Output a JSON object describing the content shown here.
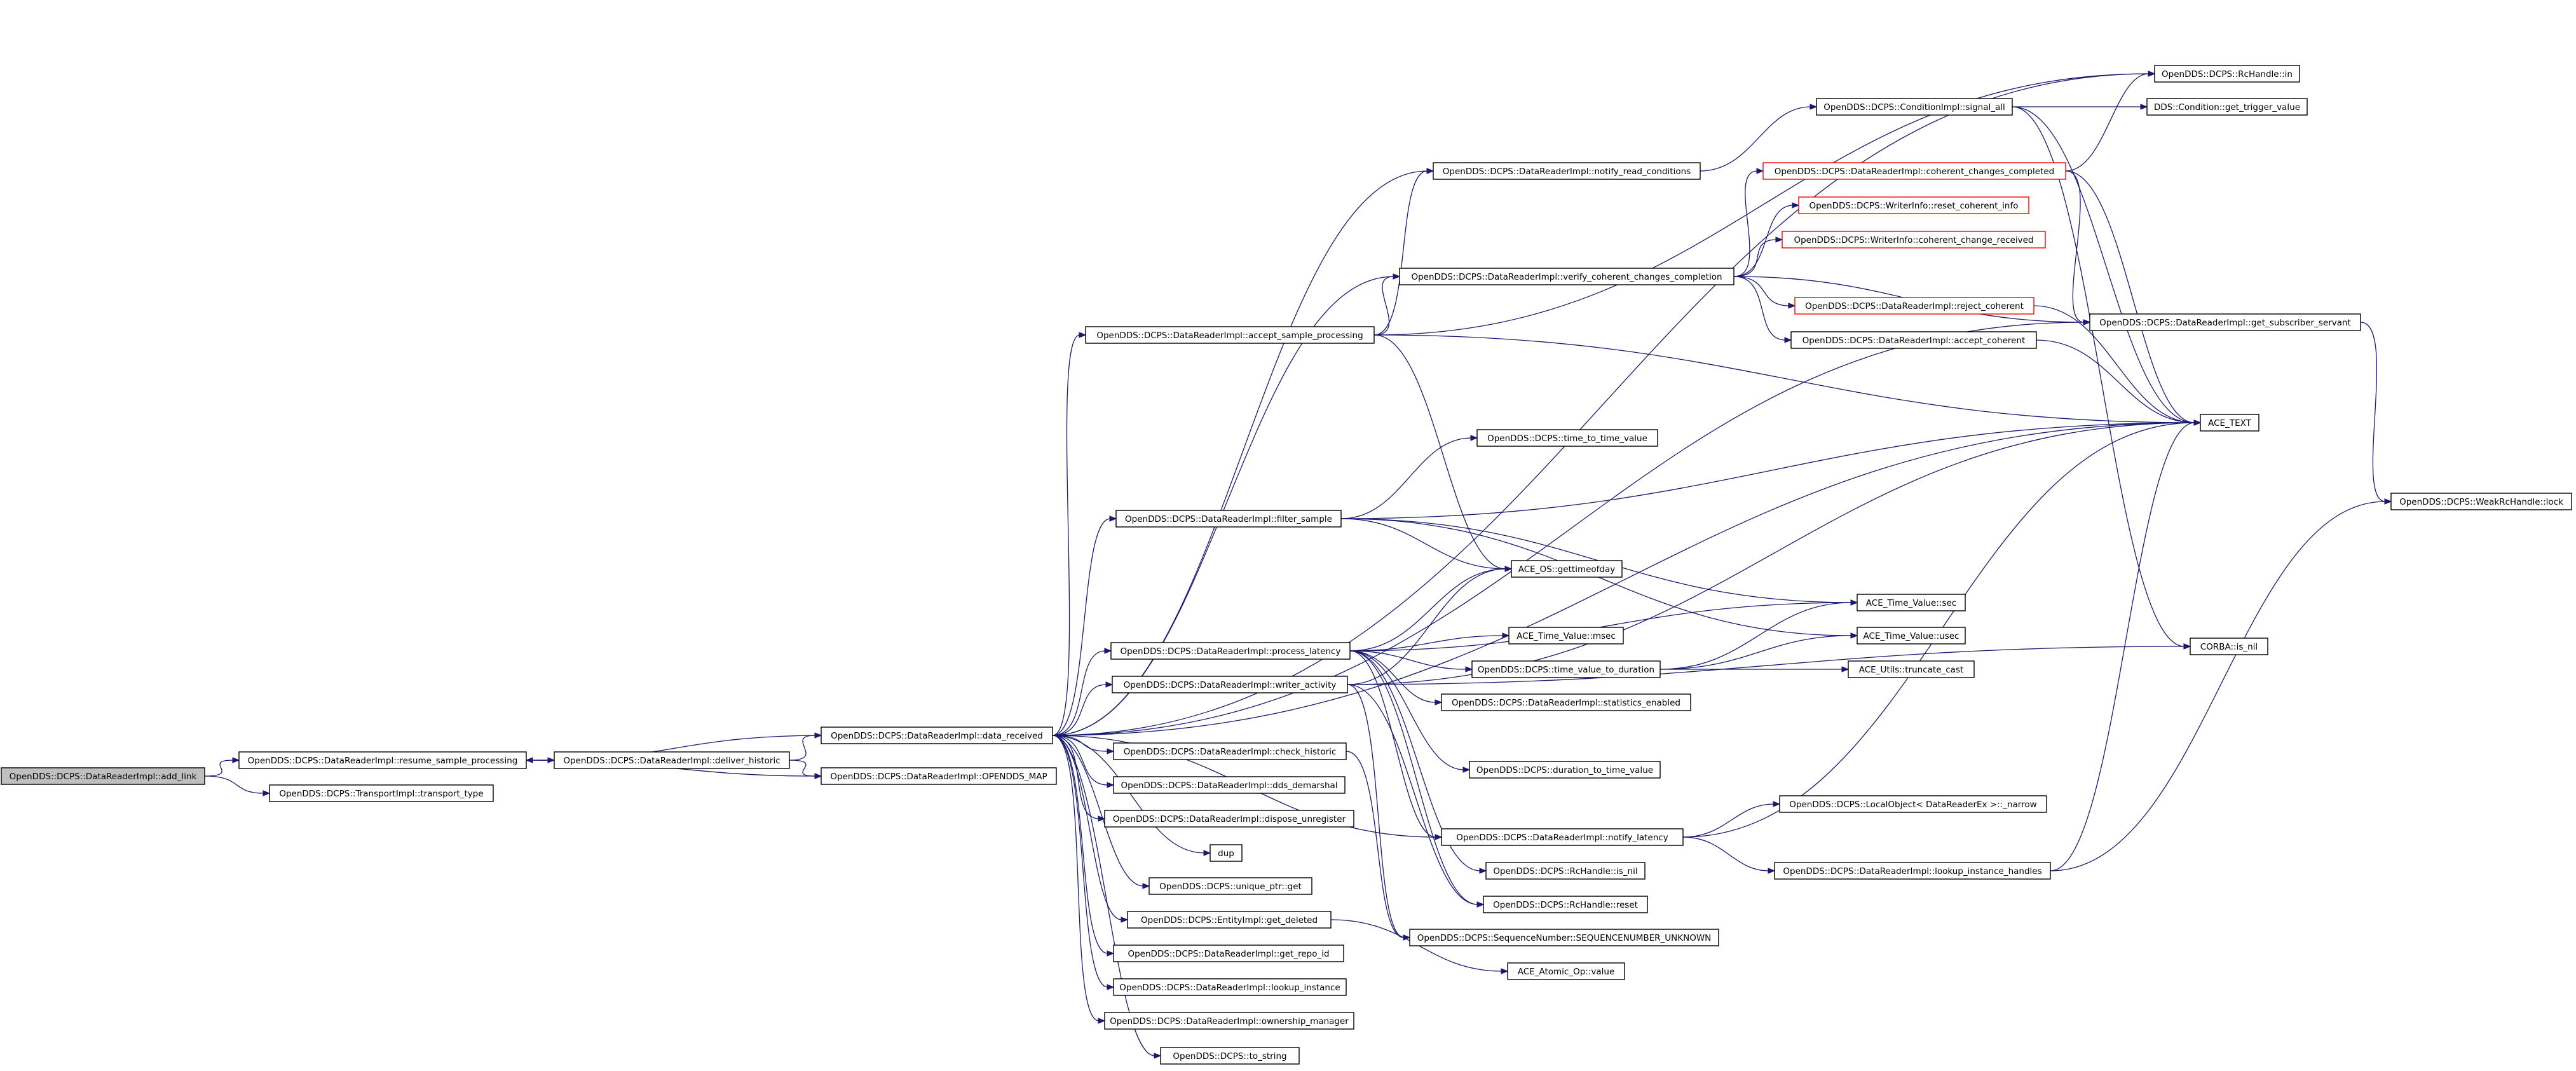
{
  "graph": {
    "edge_color": "#191970",
    "node_border": "#000000",
    "root_fill": "#bfbfbf",
    "truncated_border": "#ff0000",
    "nodes": [
      {
        "id": "add_link",
        "label": "OpenDDS::DCPS::DataReaderImpl::add_link",
        "root": true
      },
      {
        "id": "resume",
        "label": "OpenDDS::DCPS::DataReaderImpl::resume_sample_processing"
      },
      {
        "id": "transport_type",
        "label": "OpenDDS::DCPS::TransportImpl::transport_type"
      },
      {
        "id": "deliver_historic",
        "label": "OpenDDS::DCPS::DataReaderImpl::deliver_historic"
      },
      {
        "id": "data_received",
        "label": "OpenDDS::DCPS::DataReaderImpl::data_received"
      },
      {
        "id": "opendds_map",
        "label": "OpenDDS::DCPS::DataReaderImpl::OPENDDS_MAP"
      },
      {
        "id": "accept_sample",
        "label": "OpenDDS::DCPS::DataReaderImpl::accept_sample_processing"
      },
      {
        "id": "filter_sample",
        "label": "OpenDDS::DCPS::DataReaderImpl::filter_sample"
      },
      {
        "id": "process_latency",
        "label": "OpenDDS::DCPS::DataReaderImpl::process_latency"
      },
      {
        "id": "writer_activity",
        "label": "OpenDDS::DCPS::DataReaderImpl::writer_activity"
      },
      {
        "id": "check_historic",
        "label": "OpenDDS::DCPS::DataReaderImpl::check_historic"
      },
      {
        "id": "dds_demarshal",
        "label": "OpenDDS::DCPS::DataReaderImpl::dds_demarshal"
      },
      {
        "id": "dispose_unregister",
        "label": "OpenDDS::DCPS::DataReaderImpl::dispose_unregister"
      },
      {
        "id": "dup",
        "label": "dup"
      },
      {
        "id": "unique_ptr_get",
        "label": "OpenDDS::DCPS::unique_ptr::get"
      },
      {
        "id": "get_deleted",
        "label": "OpenDDS::DCPS::EntityImpl::get_deleted"
      },
      {
        "id": "get_repo_id",
        "label": "OpenDDS::DCPS::DataReaderImpl::get_repo_id"
      },
      {
        "id": "lookup_instance",
        "label": "OpenDDS::DCPS::DataReaderImpl::lookup_instance"
      },
      {
        "id": "ownership_manager",
        "label": "OpenDDS::DCPS::DataReaderImpl::ownership_manager"
      },
      {
        "id": "to_string",
        "label": "OpenDDS::DCPS::to_string"
      },
      {
        "id": "notify_read",
        "label": "OpenDDS::DCPS::DataReaderImpl::notify_read_conditions"
      },
      {
        "id": "verify_coherent",
        "label": "OpenDDS::DCPS::DataReaderImpl::verify_coherent_changes_completion"
      },
      {
        "id": "time_to_time_value",
        "label": "OpenDDS::DCPS::time_to_time_value"
      },
      {
        "id": "gettimeofday",
        "label": "ACE_OS::gettimeofday"
      },
      {
        "id": "msec",
        "label": "ACE_Time_Value::msec"
      },
      {
        "id": "time_value_to_duration",
        "label": "OpenDDS::DCPS::time_value_to_duration"
      },
      {
        "id": "statistics_enabled",
        "label": "OpenDDS::DCPS::DataReaderImpl::statistics_enabled"
      },
      {
        "id": "duration_to_time_value",
        "label": "OpenDDS::DCPS::duration_to_time_value"
      },
      {
        "id": "notify_latency",
        "label": "OpenDDS::DCPS::DataReaderImpl::notify_latency"
      },
      {
        "id": "rchandle_is_nil",
        "label": "OpenDDS::DCPS::RcHandle::is_nil"
      },
      {
        "id": "rchandle_reset",
        "label": "OpenDDS::DCPS::RcHandle::reset"
      },
      {
        "id": "seq_unknown",
        "label": "OpenDDS::DCPS::SequenceNumber::SEQUENCENUMBER_UNKNOWN"
      },
      {
        "id": "atomic_value",
        "label": "ACE_Atomic_Op::value"
      },
      {
        "id": "signal_all",
        "label": "OpenDDS::DCPS::ConditionImpl::signal_all"
      },
      {
        "id": "coherent_completed",
        "label": "OpenDDS::DCPS::DataReaderImpl::coherent_changes_completed",
        "truncated": true
      },
      {
        "id": "reset_coherent_info",
        "label": "OpenDDS::DCPS::WriterInfo::reset_coherent_info",
        "truncated": true
      },
      {
        "id": "coherent_change_received",
        "label": "OpenDDS::DCPS::WriterInfo::coherent_change_received",
        "truncated": true
      },
      {
        "id": "reject_coherent",
        "label": "OpenDDS::DCPS::DataReaderImpl::reject_coherent",
        "truncated": true
      },
      {
        "id": "accept_coherent",
        "label": "OpenDDS::DCPS::DataReaderImpl::accept_coherent"
      },
      {
        "id": "tv_sec",
        "label": "ACE_Time_Value::sec"
      },
      {
        "id": "tv_usec",
        "label": "ACE_Time_Value::usec"
      },
      {
        "id": "truncate_cast",
        "label": "ACE_Utils::truncate_cast"
      },
      {
        "id": "narrow",
        "label": "OpenDDS::DCPS::LocalObject< DataReaderEx >::_narrow"
      },
      {
        "id": "lookup_handles",
        "label": "OpenDDS::DCPS::DataReaderImpl::lookup_instance_handles"
      },
      {
        "id": "rchandle_in",
        "label": "OpenDDS::DCPS::RcHandle::in"
      },
      {
        "id": "get_trigger_value",
        "label": "DDS::Condition::get_trigger_value"
      },
      {
        "id": "get_subscriber_servant",
        "label": "OpenDDS::DCPS::DataReaderImpl::get_subscriber_servant"
      },
      {
        "id": "ace_text",
        "label": "ACE_TEXT"
      },
      {
        "id": "corba_is_nil",
        "label": "CORBA::is_nil"
      },
      {
        "id": "weak_lock",
        "label": "OpenDDS::DCPS::WeakRcHandle::lock"
      }
    ],
    "edges": [
      [
        "add_link",
        "resume"
      ],
      [
        "add_link",
        "transport_type"
      ],
      [
        "resume",
        "deliver_historic"
      ],
      [
        "resume",
        "opendds_map"
      ],
      [
        "deliver_historic",
        "data_received"
      ],
      [
        "deliver_historic",
        "opendds_map"
      ],
      [
        "data_received",
        "resume"
      ],
      [
        "data_received",
        "accept_sample"
      ],
      [
        "data_received",
        "filter_sample"
      ],
      [
        "data_received",
        "process_latency"
      ],
      [
        "data_received",
        "writer_activity"
      ],
      [
        "data_received",
        "check_historic"
      ],
      [
        "data_received",
        "dds_demarshal"
      ],
      [
        "data_received",
        "dispose_unregister"
      ],
      [
        "data_received",
        "dup"
      ],
      [
        "data_received",
        "unique_ptr_get"
      ],
      [
        "data_received",
        "get_deleted"
      ],
      [
        "data_received",
        "get_repo_id"
      ],
      [
        "data_received",
        "lookup_instance"
      ],
      [
        "data_received",
        "ownership_manager"
      ],
      [
        "data_received",
        "to_string"
      ],
      [
        "data_received",
        "notify_read"
      ],
      [
        "data_received",
        "verify_coherent"
      ],
      [
        "data_received",
        "rchandle_in"
      ],
      [
        "data_received",
        "ace_text"
      ],
      [
        "data_received",
        "get_subscriber_servant"
      ],
      [
        "data_received",
        "notify_latency"
      ],
      [
        "accept_sample",
        "notify_read"
      ],
      [
        "accept_sample",
        "verify_coherent"
      ],
      [
        "accept_sample",
        "gettimeofday"
      ],
      [
        "accept_sample",
        "rchandle_in"
      ],
      [
        "accept_sample",
        "ace_text"
      ],
      [
        "filter_sample",
        "time_to_time_value"
      ],
      [
        "filter_sample",
        "gettimeofday"
      ],
      [
        "filter_sample",
        "ace_text"
      ],
      [
        "filter_sample",
        "tv_sec"
      ],
      [
        "filter_sample",
        "tv_usec"
      ],
      [
        "process_latency",
        "gettimeofday"
      ],
      [
        "process_latency",
        "msec"
      ],
      [
        "process_latency",
        "time_value_to_duration"
      ],
      [
        "process_latency",
        "statistics_enabled"
      ],
      [
        "process_latency",
        "duration_to_time_value"
      ],
      [
        "process_latency",
        "notify_latency"
      ],
      [
        "process_latency",
        "tv_sec"
      ],
      [
        "process_latency",
        "rchandle_is_nil"
      ],
      [
        "process_latency",
        "rchandle_reset"
      ],
      [
        "writer_activity",
        "gettimeofday"
      ],
      [
        "writer_activity",
        "ace_text"
      ],
      [
        "writer_activity",
        "rchandle_reset"
      ],
      [
        "writer_activity",
        "seq_unknown"
      ],
      [
        "writer_activity",
        "corba_is_nil"
      ],
      [
        "check_historic",
        "seq_unknown"
      ],
      [
        "get_deleted",
        "atomic_value"
      ],
      [
        "notify_read",
        "signal_all"
      ],
      [
        "verify_coherent",
        "coherent_completed"
      ],
      [
        "verify_coherent",
        "reset_coherent_info"
      ],
      [
        "verify_coherent",
        "coherent_change_received"
      ],
      [
        "verify_coherent",
        "reject_coherent"
      ],
      [
        "verify_coherent",
        "accept_coherent"
      ],
      [
        "verify_coherent",
        "get_subscriber_servant"
      ],
      [
        "time_value_to_duration",
        "tv_sec"
      ],
      [
        "time_value_to_duration",
        "tv_usec"
      ],
      [
        "time_value_to_duration",
        "truncate_cast"
      ],
      [
        "notify_latency",
        "narrow"
      ],
      [
        "notify_latency",
        "lookup_handles"
      ],
      [
        "notify_latency",
        "ace_text"
      ],
      [
        "signal_all",
        "get_trigger_value"
      ],
      [
        "signal_all",
        "ace_text"
      ],
      [
        "signal_all",
        "corba_is_nil"
      ],
      [
        "coherent_completed",
        "rchandle_in"
      ],
      [
        "coherent_completed",
        "ace_text"
      ],
      [
        "coherent_completed",
        "get_subscriber_servant"
      ],
      [
        "reject_coherent",
        "ace_text"
      ],
      [
        "accept_coherent",
        "ace_text"
      ],
      [
        "lookup_handles",
        "ace_text"
      ],
      [
        "lookup_handles",
        "weak_lock"
      ],
      [
        "get_subscriber_servant",
        "weak_lock"
      ]
    ]
  }
}
